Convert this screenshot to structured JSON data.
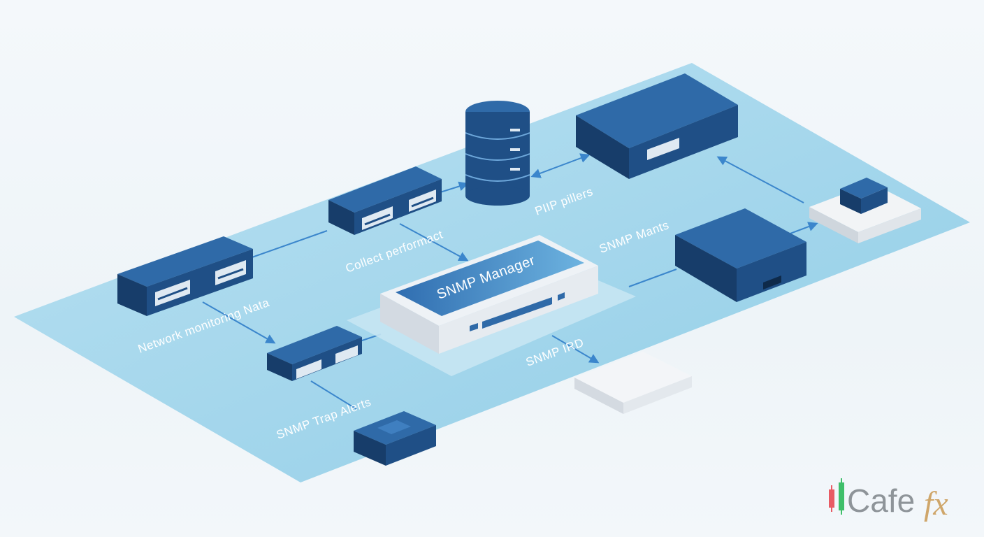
{
  "diagram": {
    "labels": {
      "network_monitoring": "Network monitoring Nata",
      "collect_performance": "Collect performact",
      "pip_pillers": "PIIP pillers",
      "snmp_manager": "SNMP Manager",
      "snmp_mants": "SNMP Mants",
      "snmp_trap": "SNMP Trap Alerts",
      "snmp_rd": "SNMP IRD"
    },
    "colors": {
      "plane": "#9fd4ea",
      "device_top": "#2f6aa8",
      "device_front": "#1f4f86",
      "device_side": "#173d6a",
      "arrow": "#3b86cc"
    }
  },
  "logo": {
    "brand": "Cafe",
    "suffix": "fx"
  }
}
